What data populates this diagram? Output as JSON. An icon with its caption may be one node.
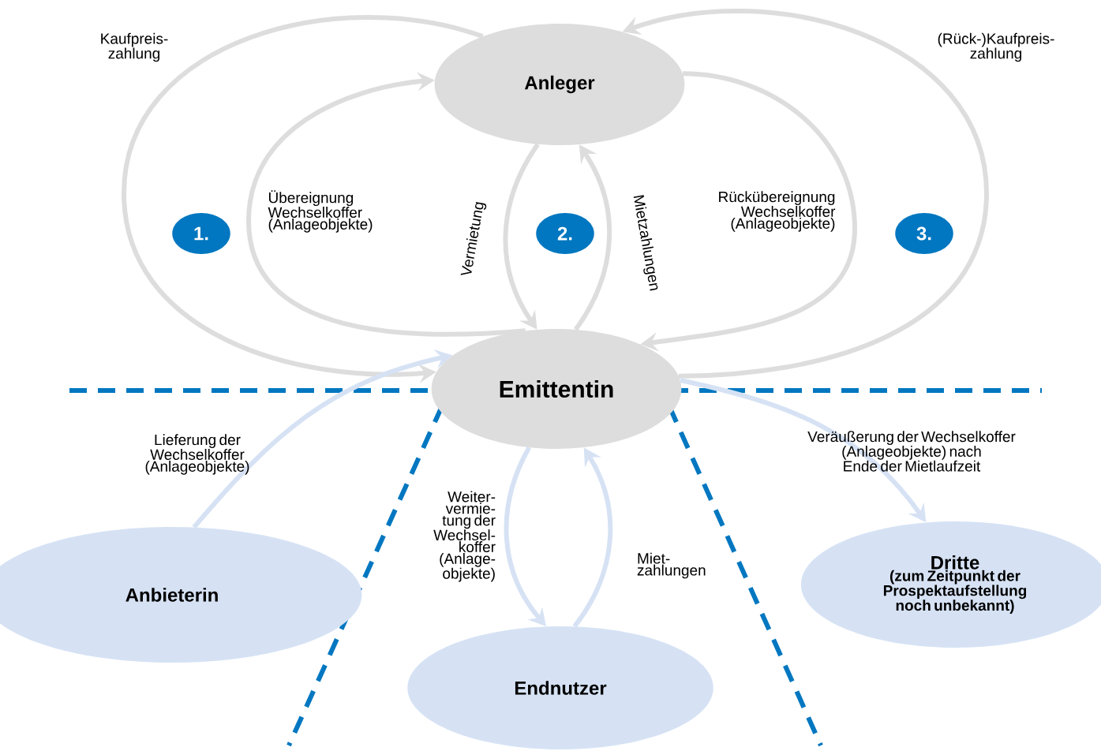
{
  "diagram": {
    "nodes": [
      {
        "text": [
          "Anleger"
        ]
      },
      {
        "text": [
          "Emittentin"
        ]
      },
      {
        "text": [
          "1."
        ]
      },
      {
        "text": [
          "2."
        ]
      },
      {
        "text": [
          "3."
        ]
      },
      {
        "text": [
          "Anbieterin"
        ]
      },
      {
        "text": [
          "Endnutzer"
        ]
      },
      {
        "text": [
          "Dritte",
          "(zum Zeitpunkt der Prospektaufstellung noch unbekannt)"
        ]
      }
    ],
    "edges": [
      {
        "from": 0,
        "to": 1,
        "arrow": "to",
        "label": "Kaufpreis- zahlung"
      },
      {
        "from": 1,
        "to": 0,
        "arrow": "to",
        "label": "Übereignung Wechselkoffer (Anlageobjekte)"
      },
      {
        "from": 0,
        "to": 1,
        "arrow": "to",
        "label": "Vermietung"
      },
      {
        "from": 1,
        "to": 0,
        "arrow": "to",
        "label": "Mietzahlungen"
      },
      {
        "from": 0,
        "to": 1,
        "arrow": "to",
        "label": "Rückübereignung Wechselkoffer (Anlageobjekte)"
      },
      {
        "from": 1,
        "to": 0,
        "arrow": "to",
        "label": "(Rück-)Kaufpreis- zahlung"
      },
      {
        "from": 5,
        "to": 1,
        "arrow": "to",
        "label": "Lieferung der Wechselkoffer (Anlageobjekte)",
        "color": "#d6e2f4"
      },
      {
        "from": 1,
        "to": 6,
        "arrow": "to",
        "label": "Weiter- vermie- tung der Wechsel- koffer (Anlage- objekte)",
        "color": "#d6e2f4"
      },
      {
        "from": 6,
        "to": 1,
        "arrow": "to",
        "label": "Miet- zahlungen",
        "color": "#d6e2f4"
      },
      {
        "from": 1,
        "to": 7,
        "arrow": "to",
        "label": "Veräußerung der Wechselkoffer (Anlageobjekte) nach Ende der Mietlaufzeit",
        "color": "#d6e2f4"
      }
    ]
  }
}
